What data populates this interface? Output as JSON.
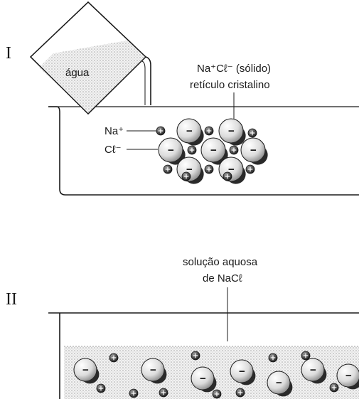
{
  "panel_I": {
    "roman": "I",
    "beaker_label": "água",
    "crystal_label_line1": "Na⁺Cℓ⁻ (sólido)",
    "crystal_label_line2": "retículo cristalino",
    "sodium_label": "Na⁺",
    "chloride_label": "Cℓ⁻",
    "ion_signs": {
      "sodium": "+",
      "chloride": "−"
    }
  },
  "panel_II": {
    "roman": "II",
    "solution_label_line1": "solução aquosa",
    "solution_label_line2": "de NaCℓ"
  },
  "colors": {
    "outline": "#1a1a1a",
    "stipple": "#bfbfbf",
    "chloride_fill": "#e6e6e6",
    "sodium_fill": "#222222"
  },
  "icons": [
    "beaker-icon",
    "chloride-ion-icon",
    "sodium-ion-icon",
    "label-pointer-arrow-icon"
  ]
}
